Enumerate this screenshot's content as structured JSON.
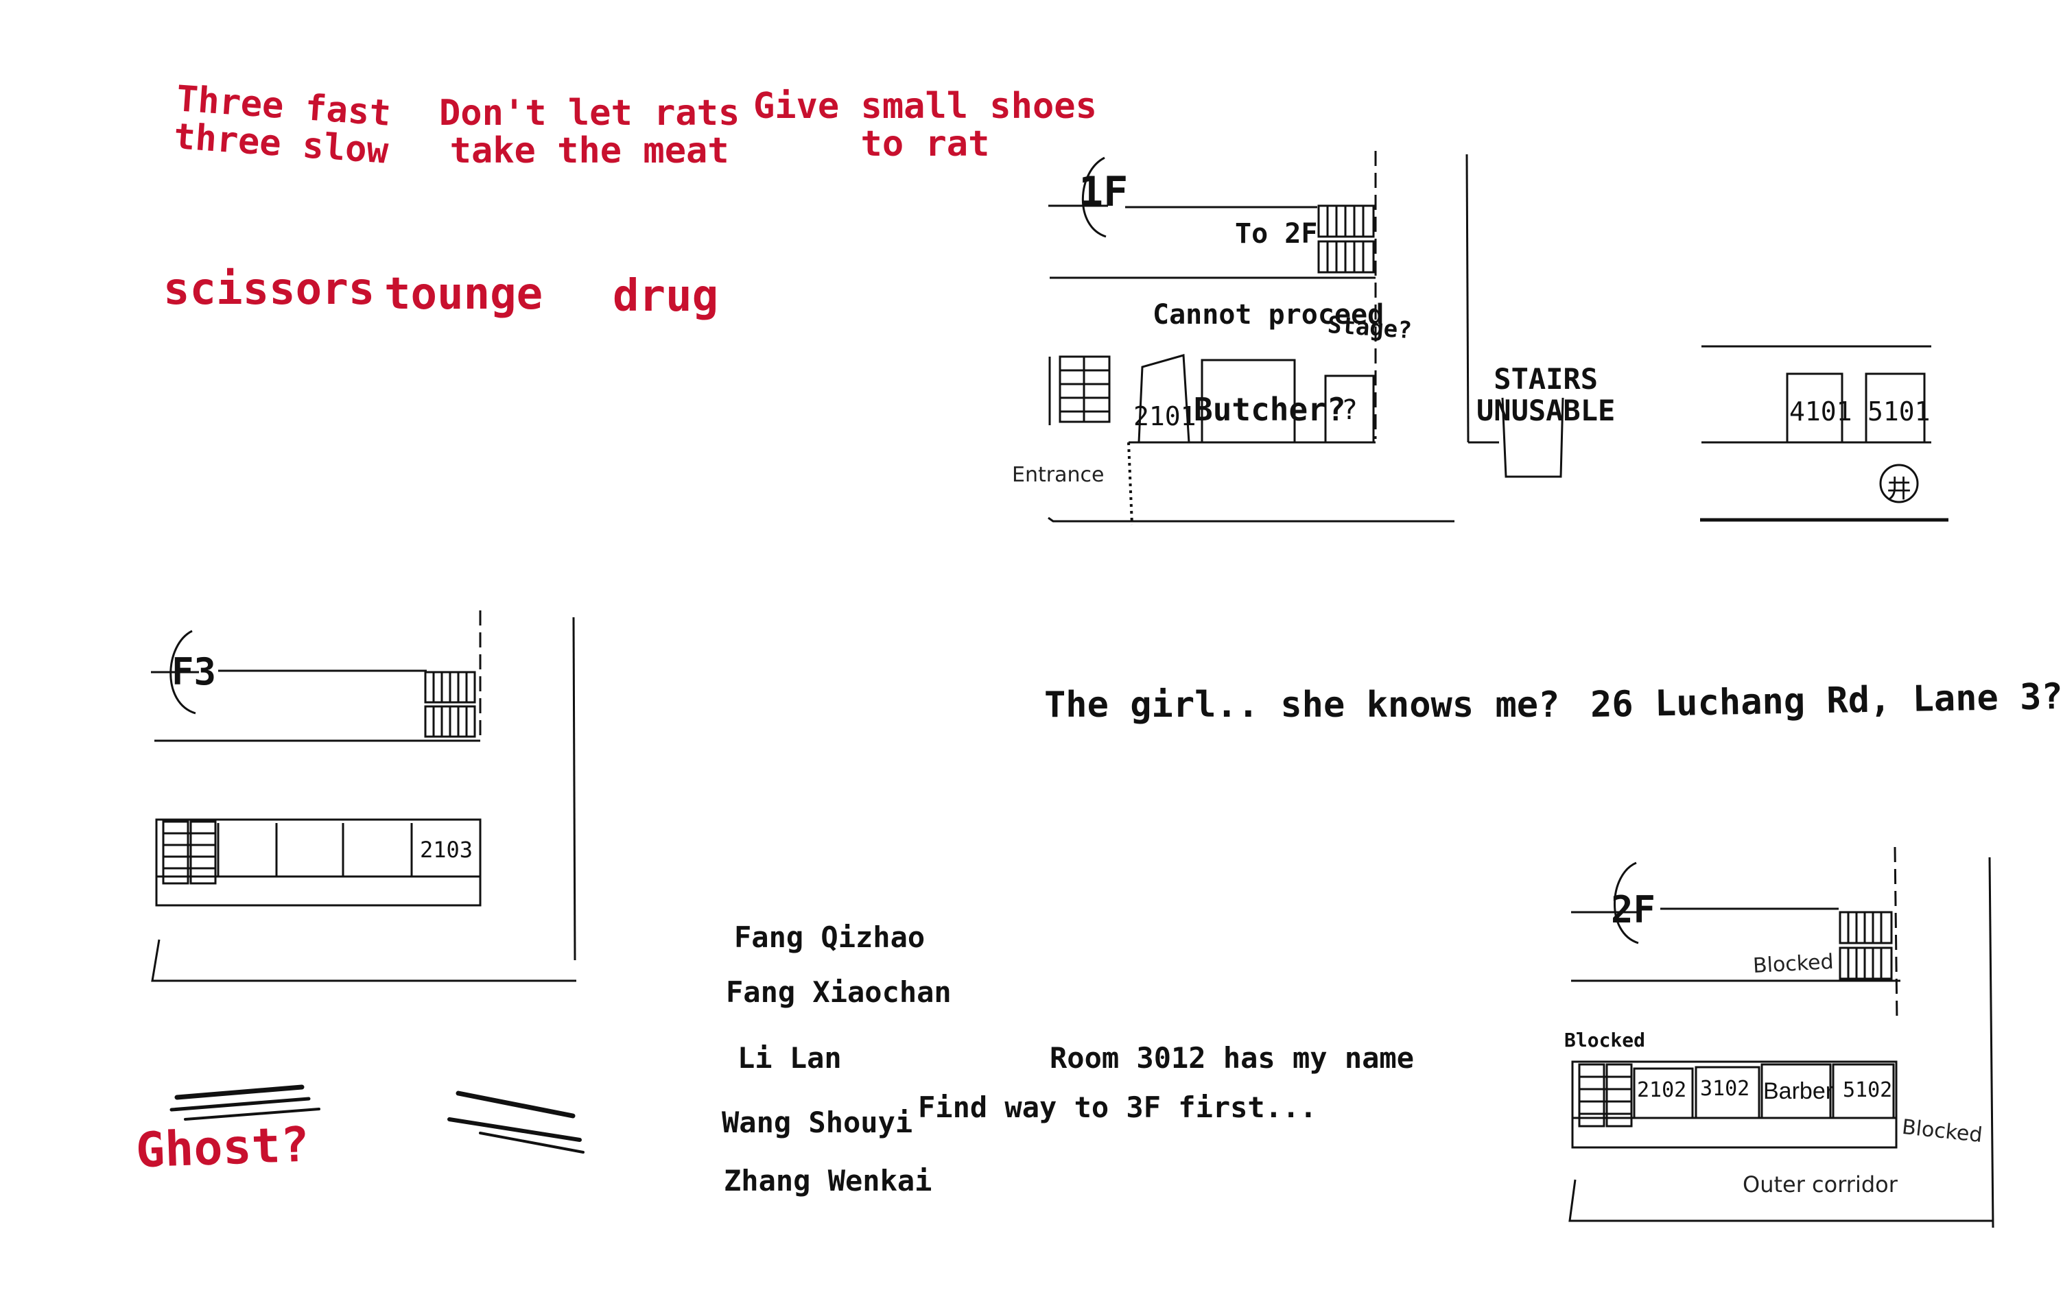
{
  "clues": {
    "three_fast": [
      "Three fast",
      "three slow"
    ],
    "rats_meat": [
      "Don't let rats",
      "take the meat"
    ],
    "small_shoes": [
      "Give small shoes",
      "to rat"
    ]
  },
  "items": [
    "scissors",
    "tounge",
    "drug"
  ],
  "ghost": "Ghost?",
  "thoughts": {
    "girl": "The girl.. she knows me?",
    "address": "26 Luchang Rd, Lane 3?",
    "room3012": "Room 3012 has my name",
    "find_way": "Find way to 3F first..."
  },
  "names": [
    "Fang Qizhao",
    "Fang Xiaochan",
    "Li Lan",
    "Wang Shouyi",
    "Zhang Wenkai"
  ],
  "map_1f": {
    "floor": "1F",
    "to2f": "To 2F",
    "cannot": "Cannot proceed",
    "stage": "Stage?",
    "room2101": "2101",
    "butcher": "Butcher?",
    "unknown": "?",
    "entrance": "Entrance",
    "stairs": [
      "STAIRS",
      "UNUSABLE"
    ],
    "room4101": "4101",
    "room5101": "5101",
    "well_icon": "井"
  },
  "map_f3": {
    "floor": "F3",
    "room2103": "2103"
  },
  "map_2f": {
    "floor": "2F",
    "blocked1": "Blocked",
    "blocked2": "Blocked",
    "blocked3": "Blocked",
    "room2102": "2102",
    "room3102": "3102",
    "barber": "Barber",
    "room5102": "5102",
    "outer": "Outer corridor"
  }
}
